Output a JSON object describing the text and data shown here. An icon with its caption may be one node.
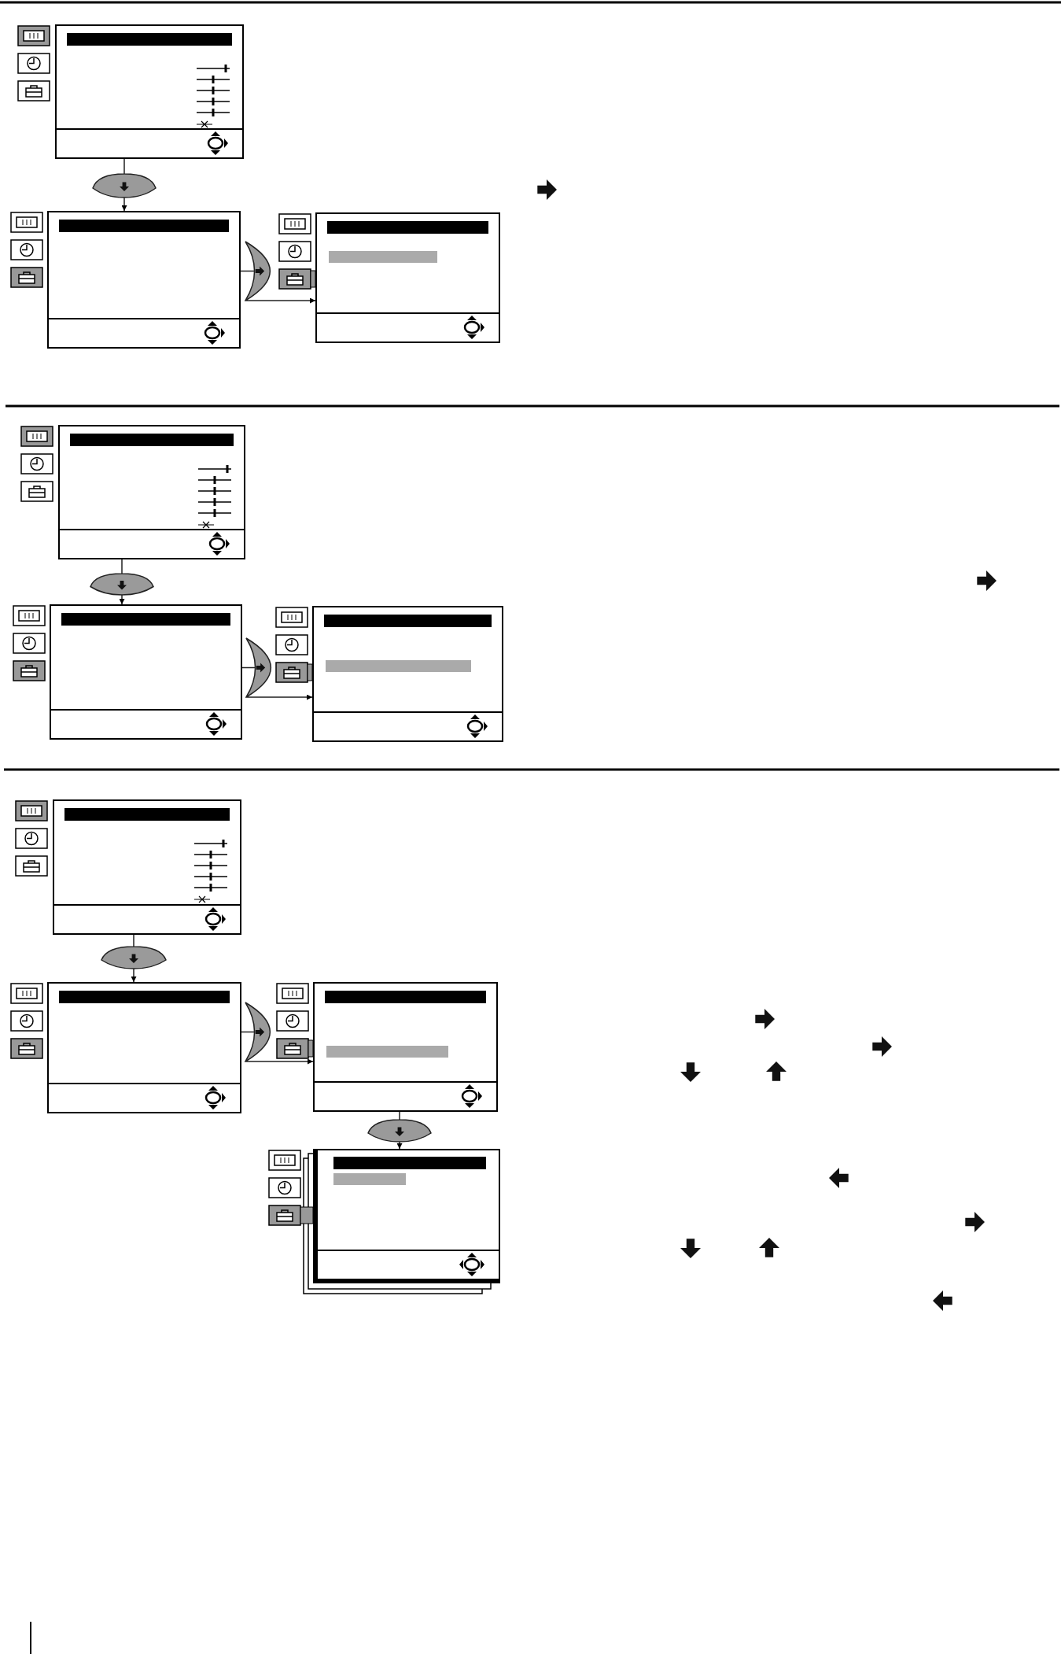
{
  "diagram": {
    "nodes": [
      {
        "text": [],
        "shape": "box"
      },
      {
        "text": [],
        "shape": "box"
      },
      {
        "text": [],
        "shape": "box"
      },
      {
        "text": [],
        "shape": "box"
      },
      {
        "text": [],
        "shape": "box"
      },
      {
        "text": [],
        "shape": "box"
      },
      {
        "text": [],
        "shape": "box"
      },
      {
        "text": [],
        "shape": "box"
      },
      {
        "text": [],
        "shape": "box"
      },
      {
        "text": [],
        "shape": "box"
      }
    ],
    "edges": [
      {
        "from": 0,
        "to": 1,
        "arrow": "to"
      },
      {
        "from": 1,
        "to": 2,
        "arrow": "to"
      },
      {
        "from": 3,
        "to": 4,
        "arrow": "to"
      },
      {
        "from": 4,
        "to": 5,
        "arrow": "to"
      },
      {
        "from": 6,
        "to": 7,
        "arrow": "to"
      },
      {
        "from": 7,
        "to": 8,
        "arrow": "to"
      },
      {
        "from": 8,
        "to": 9,
        "arrow": "to"
      }
    ]
  }
}
